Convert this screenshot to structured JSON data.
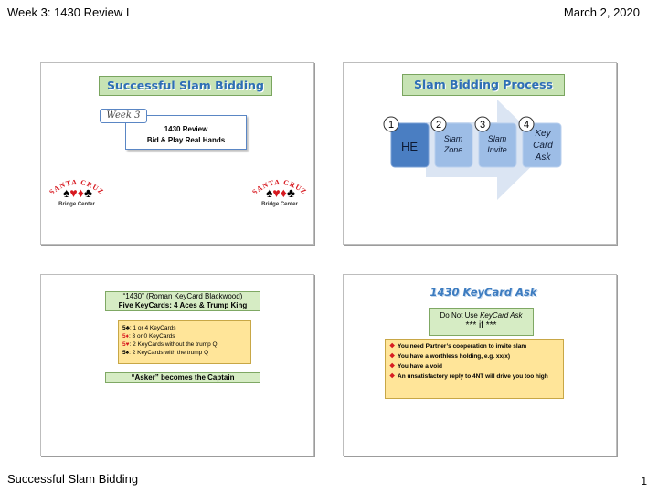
{
  "page": {
    "header_left": "Week 3: 1430 Review I",
    "header_right": "March 2, 2020",
    "footer_left": "Successful Slam Bidding",
    "page_number": "1"
  },
  "slide1": {
    "title": "Successful Slam Bidding",
    "week_label": "Week 3",
    "box_line1": "1430 Review",
    "box_line2": "Bid & Play Real Hands",
    "logo_text": "SANTA CRUZ",
    "logo_sub": "Bridge Center",
    "logo_suits": [
      "♠",
      "♥",
      "♦",
      "♣"
    ]
  },
  "slide2": {
    "title": "Slam Bidding Process",
    "steps": [
      {
        "num": "1",
        "label": "HE"
      },
      {
        "num": "2",
        "label_lines": [
          "Slam",
          "Zone"
        ]
      },
      {
        "num": "3",
        "label_lines": [
          "Slam",
          "Invite"
        ]
      },
      {
        "num": "4",
        "label_lines": [
          "Key",
          "Card",
          "Ask"
        ]
      }
    ]
  },
  "slide3": {
    "caption_line1": "“1430” (Roman KeyCard Blackwood)",
    "caption_line2": "Five KeyCards: 4 Aces & Trump King",
    "responses": [
      {
        "bid": "5♣",
        "text": ": 1 or 4 KeyCards"
      },
      {
        "bid": "5♦",
        "text": ": 3 or 0 KeyCards"
      },
      {
        "bid": "5♥",
        "text": ": 2 KeyCards without the trump Q"
      },
      {
        "bid": "5♠",
        "text": ": 2 KeyCards with the trump Q"
      }
    ],
    "footer_caption": "“Asker” becomes the Captain"
  },
  "slide4": {
    "title": "1430 KeyCard Ask",
    "notuse_prefix": "Do Not Use ",
    "notuse_italic": "KeyCard Ask",
    "if_line": "*** if ***",
    "conditions": [
      "You need Partner’s cooperation to invite slam",
      "You have a worthless holding, e.g. xx(x)",
      "You have a void",
      "An unsatisfactory reply to 4NT will drive you too high"
    ]
  },
  "colors": {
    "title_green": "#c7e3b4",
    "title_blue_text": "#2e6fb5",
    "note_yellow": "#ffe599",
    "suit_red": "#d71920",
    "step_dark_blue": "#4a7ec2",
    "step_light_blue": "#9dbde6"
  }
}
